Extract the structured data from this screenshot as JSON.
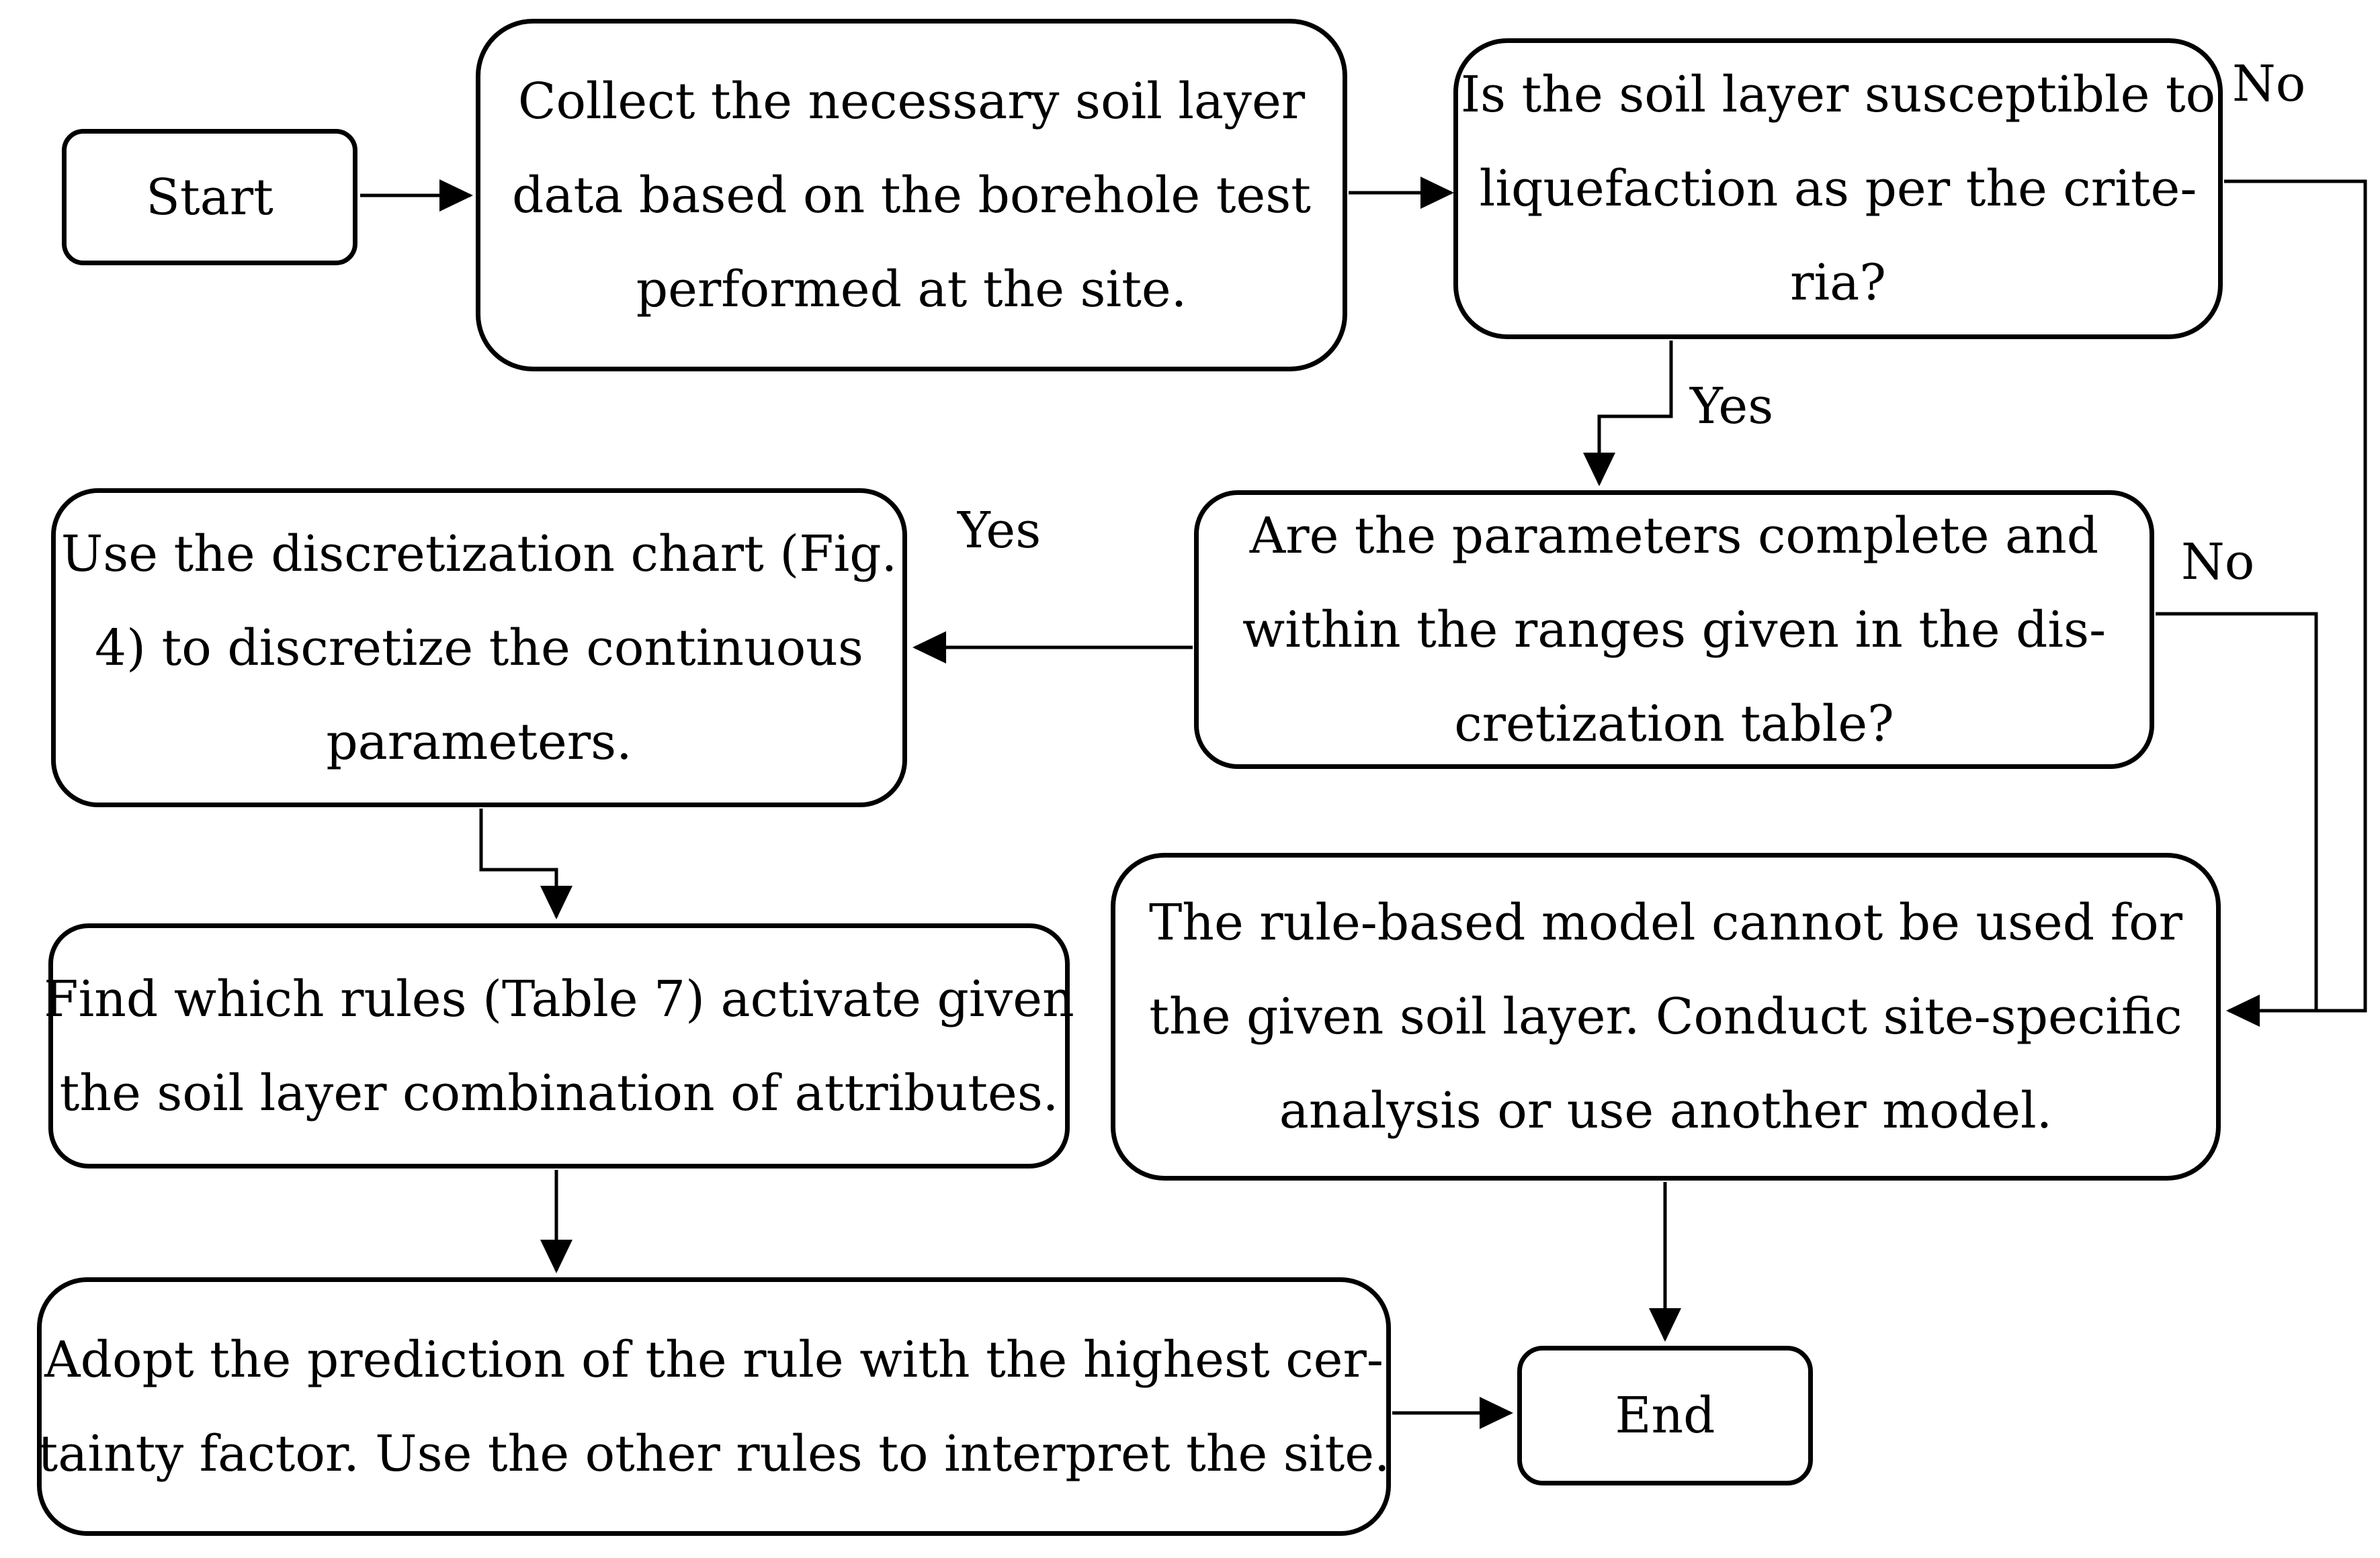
{
  "figure": {
    "type": "flowchart",
    "background_color": "#ffffff",
    "ink_color": "#000000"
  },
  "nodes": {
    "start": {
      "label": "Start"
    },
    "collect": {
      "lines": [
        "Collect the necessary soil layer",
        "data based on the borehole test",
        "performed at the site."
      ]
    },
    "susceptible": {
      "lines": [
        "Is the soil layer susceptible to",
        "liquefaction as per the crite-",
        "ria?"
      ]
    },
    "parameters": {
      "lines": [
        "Are the parameters complete and",
        "within the ranges given in the dis-",
        "cretization table?"
      ]
    },
    "discretize": {
      "lines": [
        "Use the discretization chart (Fig.",
        "4) to discretize the continuous",
        "parameters."
      ]
    },
    "find_rules": {
      "lines": [
        "Find which rules (Table 7) activate given",
        "the soil layer combination of attributes."
      ]
    },
    "cannot_use": {
      "lines": [
        "The rule-based model cannot be used for",
        "the given soil layer. Conduct site-specific",
        "analysis or use another model."
      ]
    },
    "adopt": {
      "lines": [
        "Adopt the prediction of the rule with the highest cer-",
        "tainty factor. Use the other rules to interpret the site."
      ]
    },
    "end": {
      "label": "End"
    }
  },
  "edge_labels": {
    "no_susceptible": "No",
    "yes_susceptible": "Yes",
    "no_parameters": "No",
    "yes_parameters": "Yes"
  }
}
